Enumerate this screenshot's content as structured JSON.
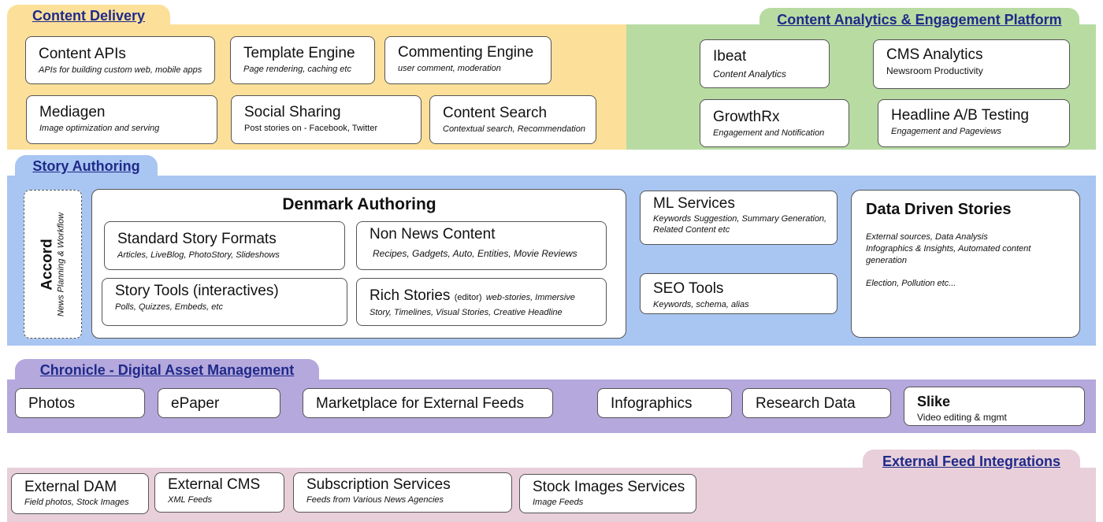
{
  "colors": {
    "content_delivery": "#fce09a",
    "analytics": "#b8dba2",
    "story_authoring": "#a9c6f2",
    "chronicle": "#b4a8dc",
    "external": "#e8cfd9",
    "tab_text": "#1f2a8a"
  },
  "content_delivery": {
    "title": "Content Delivery",
    "boxes": [
      {
        "title": "Content APIs",
        "sub": "APIs  for building custom web, mobile apps"
      },
      {
        "title": "Template Engine",
        "sub": "Page rendering, caching etc"
      },
      {
        "title": "Commenting Engine",
        "sub": "user comment, moderation"
      },
      {
        "title": "Mediagen",
        "sub": "Image optimization and serving"
      },
      {
        "title": "Social Sharing",
        "sub": "Post stories on - Facebook, Twitter"
      },
      {
        "title": "Content Search",
        "sub": "Contextual search, Recommendation"
      }
    ]
  },
  "analytics": {
    "title": "Content Analytics & Engagement Platform",
    "boxes": [
      {
        "title": "Ibeat",
        "sub": "Content Analytics"
      },
      {
        "title": "CMS Analytics",
        "sub": "Newsroom Productivity"
      },
      {
        "title": "GrowthRx",
        "sub": "Engagement and Notification"
      },
      {
        "title": "Headline A/B  Testing",
        "sub": "Engagement and Pageviews"
      }
    ]
  },
  "story_authoring": {
    "title": "Story Authoring",
    "accord": {
      "title": "Accord",
      "sub": "News Planning & Workflow"
    },
    "denmark": {
      "title": "Denmark Authoring",
      "boxes": [
        {
          "title": "Standard Story Formats",
          "sub": "Articles, LiveBlog, PhotoStory, Slideshows"
        },
        {
          "title": "Non News Content",
          "sub": "Recipes, Gadgets, Auto, Entities, Movie Reviews"
        },
        {
          "title": "Story Tools (interactives)",
          "sub": "Polls, Quizzes, Embeds, etc"
        },
        {
          "title": "Rich Stories",
          "title_note": "(editor)",
          "title_tail": "web-stories, Immersive",
          "sub": "Story, Timelines, Visual Stories, Creative Headline"
        }
      ]
    },
    "ml": {
      "title": "ML Services",
      "sub1": "Keywords Suggestion, Summary Generation,",
      "sub2": "Related Content etc"
    },
    "seo": {
      "title": "SEO Tools",
      "sub": "Keywords, schema, alias"
    },
    "data_driven": {
      "title": "Data Driven Stories",
      "line1": "External sources, Data Analysis",
      "line2": "Infographics & Insights, Automated content",
      "line3": "generation",
      "line4": "Election, Pollution etc..."
    }
  },
  "chronicle": {
    "title": "Chronicle - Digital Asset Management",
    "boxes": [
      {
        "title": "Photos"
      },
      {
        "title": "ePaper"
      },
      {
        "title": "Marketplace for External Feeds"
      },
      {
        "title": "Infographics"
      },
      {
        "title": "Research Data"
      },
      {
        "title": "Slike",
        "sub": "Video editing & mgmt"
      }
    ]
  },
  "external": {
    "title": "External Feed Integrations",
    "boxes": [
      {
        "title": "External DAM",
        "sub": "Field photos, Stock Images"
      },
      {
        "title": "External CMS",
        "sub": "XML Feeds"
      },
      {
        "title": "Subscription Services",
        "sub": "Feeds from Various News Agencies"
      },
      {
        "title": "Stock Images Services",
        "sub": "Image Feeds"
      }
    ]
  }
}
